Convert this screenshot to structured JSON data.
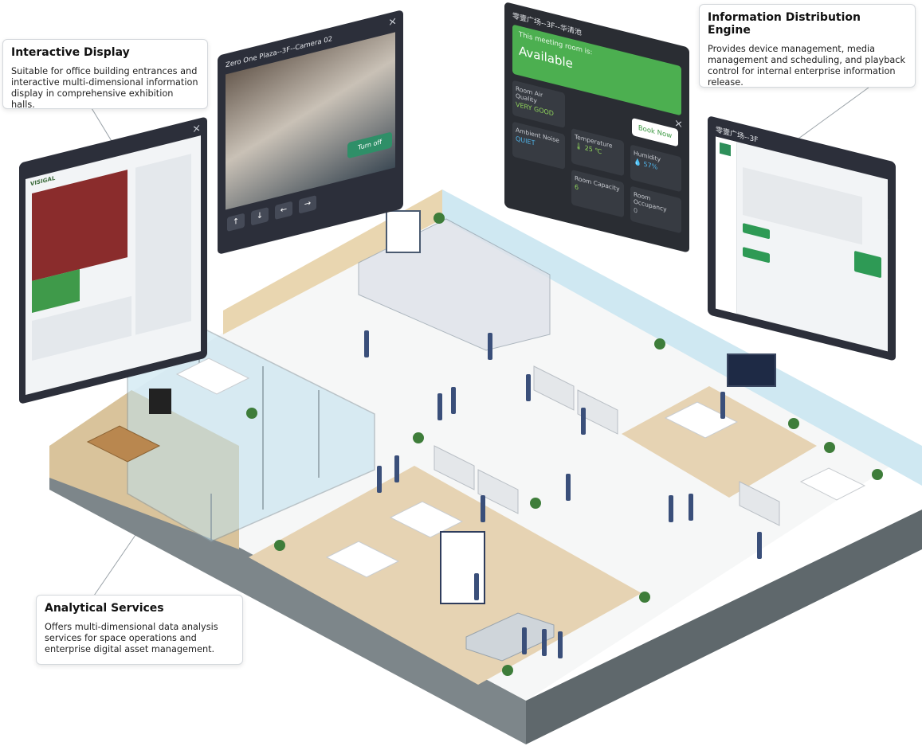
{
  "callouts": {
    "interactive": {
      "title": "Interactive Display",
      "text": "Suitable for office building entrances and interactive multi-dimensional information display in comprehensive exhibition halls."
    },
    "distribution": {
      "title": "Information Distribution Engine",
      "text": "Provides device management, media management and scheduling, and playback control for internal enterprise information release."
    },
    "analytics": {
      "title": "Analytical Services",
      "text": "Offers multi-dimensional data analysis services for space operations and enterprise digital asset management."
    }
  },
  "camera_panel": {
    "title": "Zero One Plaza--3F--Camera 02",
    "turn_off": "Turn off",
    "close": "×",
    "controls": [
      "↑",
      "↓",
      "←",
      "→"
    ]
  },
  "meeting_panel": {
    "location": "零壹广场--3F--华清池",
    "status_label": "This meeting room is:",
    "status": "Available",
    "book_now": "Book Now",
    "close": "×",
    "metrics": [
      {
        "label": "Room Air Quality",
        "value": "VERY GOOD"
      },
      {
        "label": "Temperature",
        "value": "🌡 25 ℃"
      },
      {
        "label": "Humidity",
        "value": "💧 57%"
      },
      {
        "label": "Ambient Noise",
        "value": "QUIET"
      },
      {
        "label": "Room Capacity",
        "value": "6"
      },
      {
        "label": "Room Occupancy",
        "value": "0"
      }
    ]
  },
  "admin_panel": {
    "title": "零壹广场--3F",
    "close": "×"
  },
  "dashboard_panel": {
    "brand": "VISIGAL",
    "close": "×"
  },
  "colors": {
    "panel_dark": "#2c2f3a",
    "accent_green": "#4caf50",
    "floor_tan": "#e6d3b3",
    "wall_blue": "#cfe8f2",
    "base_gray": "#6f787c"
  }
}
